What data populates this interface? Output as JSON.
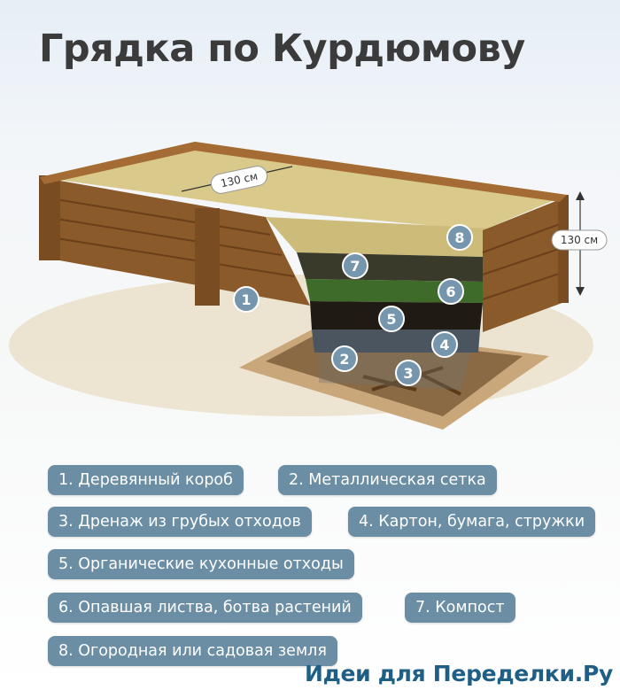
{
  "title": "Грядка по Курдюмову",
  "dimensions": {
    "width_label": "130 см",
    "height_label": "130 см"
  },
  "markers": [
    "1",
    "2",
    "3",
    "4",
    "5",
    "6",
    "7",
    "8"
  ],
  "legend": [
    "1. Деревянный короб",
    "2. Металлическая сетка",
    "3. Дренаж из грубых отходов",
    "4. Картон, бумага, стружки",
    "5. Органические кухонные отходы",
    "6. Опавшая листва, ботва растений",
    "7. Компост",
    "8. Огородная или садовая земля"
  ],
  "watermark": "Идеи для Переделки.Ру",
  "colors": {
    "pill": "#6b8ea5",
    "wood": "#8b5a2b",
    "soil": "#d9c98a",
    "compost": "#3a3a2a",
    "leaves": "#3f6b2a",
    "watermark": "#1f5f86"
  }
}
